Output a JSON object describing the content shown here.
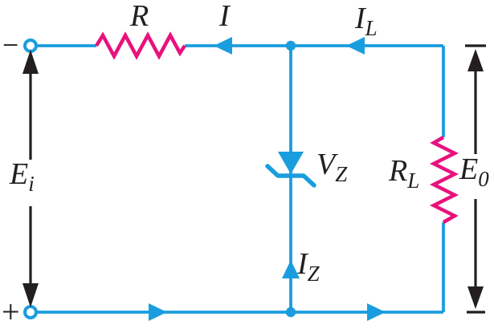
{
  "figure": {
    "type": "circuit-diagram",
    "subject": "zener diode shunt voltage regulator"
  },
  "colors": {
    "wire": "#1a9dde",
    "component": "#e8117d",
    "ink": "#231f20",
    "background": "#ffffff"
  },
  "labels": {
    "polarity_top": "−",
    "polarity_bottom": "+",
    "input_voltage": {
      "main": "E",
      "sub": "i"
    },
    "series_resistor": {
      "main": "R"
    },
    "series_current": {
      "main": "I"
    },
    "load_current": {
      "main": "I",
      "sub": "L"
    },
    "zener_voltage": {
      "main": "V",
      "sub": "Z"
    },
    "zener_current": {
      "main": "I",
      "sub": "Z"
    },
    "load_resistor": {
      "main": "R",
      "sub": "L"
    },
    "output_voltage": {
      "main": "E",
      "sub": "0"
    }
  }
}
